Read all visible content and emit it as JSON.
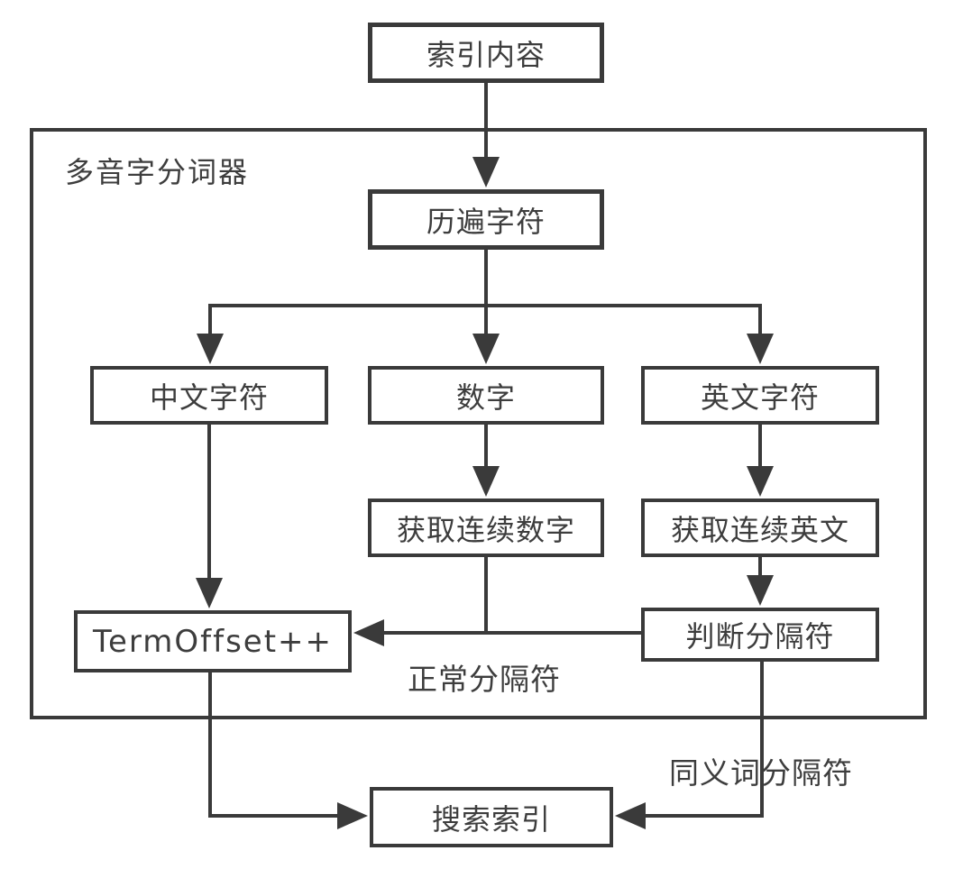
{
  "diagram": {
    "nodes": {
      "index_content": "索引内容",
      "container": "多音字分词器",
      "iterate_chars": "历遍字符",
      "chinese_chars": "中文字符",
      "digits": "数字",
      "english_chars": "英文字符",
      "get_consecutive_digits": "获取连续数字",
      "get_consecutive_english": "获取连续英文",
      "term_offset": "TermOffset++",
      "judge_separator": "判断分隔符",
      "search_index": "搜索索引"
    },
    "edge_labels": {
      "normal_separator": "正常分隔符",
      "synonym_separator": "同义词分隔符"
    },
    "edges": [
      {
        "from": "索引内容",
        "to": "历遍字符"
      },
      {
        "from": "历遍字符",
        "to": "中文字符"
      },
      {
        "from": "历遍字符",
        "to": "数字"
      },
      {
        "from": "历遍字符",
        "to": "英文字符"
      },
      {
        "from": "中文字符",
        "to": "TermOffset++"
      },
      {
        "from": "数字",
        "to": "获取连续数字"
      },
      {
        "from": "英文字符",
        "to": "获取连续英文"
      },
      {
        "from": "获取连续数字",
        "to": "TermOffset++",
        "label": "正常分隔符"
      },
      {
        "from": "获取连续英文",
        "to": "判断分隔符"
      },
      {
        "from": "判断分隔符",
        "to": "TermOffset++",
        "label": "正常分隔符"
      },
      {
        "from": "TermOffset++",
        "to": "搜索索引"
      },
      {
        "from": "判断分隔符",
        "to": "搜索索引",
        "label": "同义词分隔符"
      }
    ],
    "colors": {
      "line": "#3a3a3a",
      "text": "#3d3d3d",
      "background": "#ffffff"
    }
  }
}
